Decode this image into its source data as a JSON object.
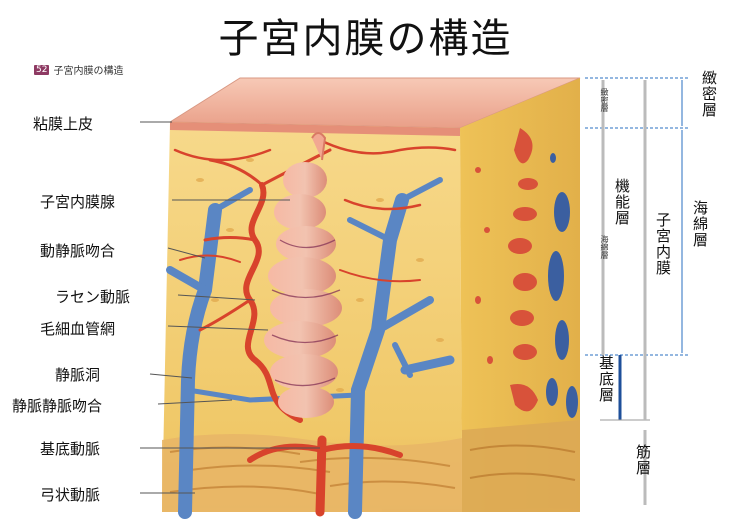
{
  "title": "子宮内膜の構造",
  "subtitle": {
    "number": "52",
    "text": "子宮内膜の構造"
  },
  "left_labels": [
    {
      "id": "mucosa-epithelium",
      "text": "粘膜上皮"
    },
    {
      "id": "endometrial-gland",
      "text": "子宮内膜腺"
    },
    {
      "id": "arteriovenous-anastomosis",
      "text": "動静脈吻合"
    },
    {
      "id": "spiral-artery",
      "text": "ラセン動脈"
    },
    {
      "id": "capillary-network",
      "text": "毛細血管網"
    },
    {
      "id": "venous-sinus",
      "text": "静脈洞"
    },
    {
      "id": "venovenous-anastomosis",
      "text": "静脈静脈吻合"
    },
    {
      "id": "basal-artery",
      "text": "基底動脈"
    },
    {
      "id": "arcuate-artery",
      "text": "弓状動脈"
    }
  ],
  "right_labels": {
    "compact_layer": "緻密層",
    "spongy_layer": "海綿層",
    "functional_layer": "機能層",
    "endometrium": "子宮内膜",
    "basal_layer": "基底層",
    "muscle_layer": "筋層",
    "tiny_compact": "緻密層",
    "tiny_spongy": "海綿層"
  },
  "colors": {
    "surface": "#f2b8a2",
    "stroma": "#f4d27a",
    "side": "#e9bf55",
    "artery": "#d8432c",
    "vein": "#4f7fc0",
    "gland": "#f0a890",
    "muscle": "#e3b060",
    "guide_blue": "#2a6fc0"
  }
}
